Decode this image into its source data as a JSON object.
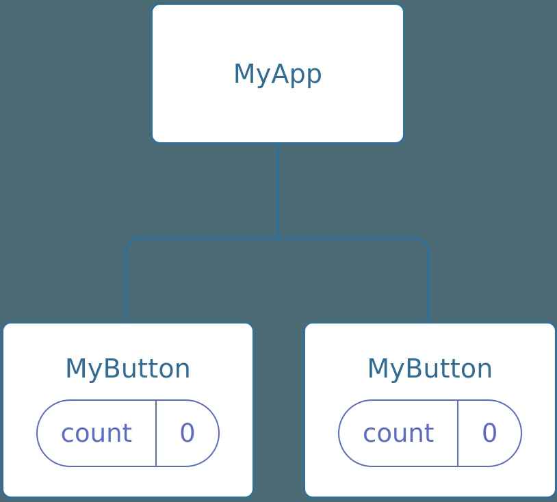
{
  "diagram": {
    "type": "component-tree",
    "background_color": "#4d6b75",
    "node_border_color": "#2e7099",
    "node_fill_color": "#ffffff",
    "title_text_color": "#2f6c96",
    "state_color": "#5c6bc8",
    "edge_color": "#2e7099"
  },
  "root": {
    "title": "MyApp"
  },
  "children": [
    {
      "title": "MyButton",
      "state": {
        "key": "count",
        "value": "0"
      }
    },
    {
      "title": "MyButton",
      "state": {
        "key": "count",
        "value": "0"
      }
    }
  ]
}
